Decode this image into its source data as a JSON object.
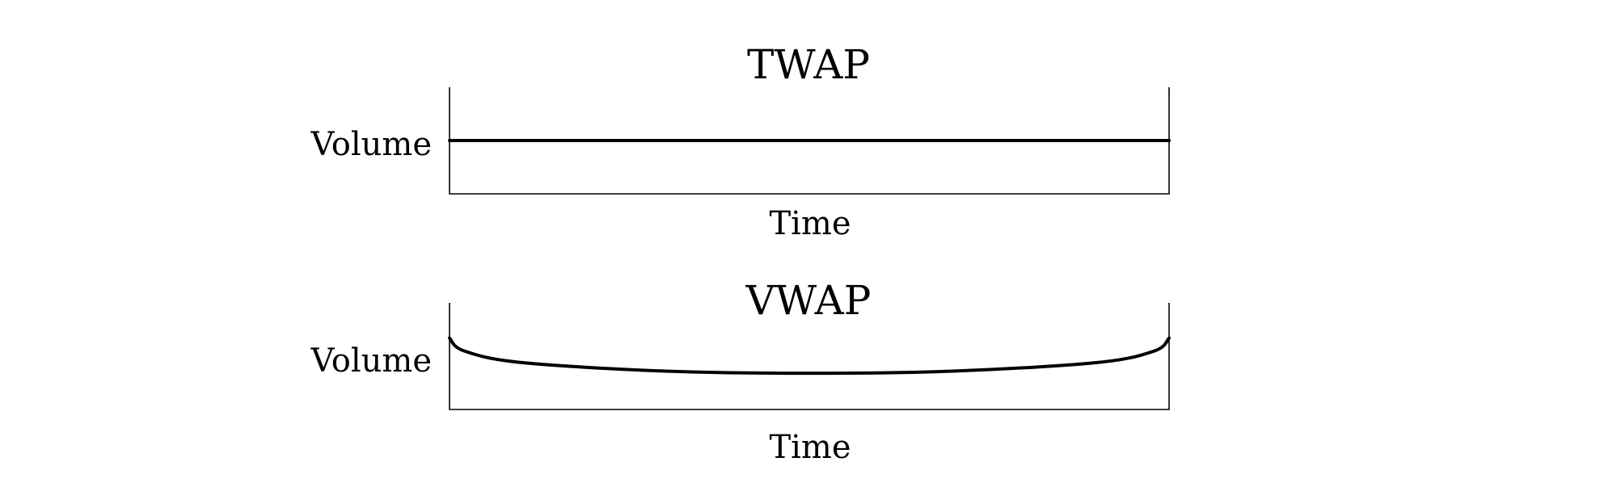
{
  "colors": {
    "background": "#ffffff",
    "ink": "#000000"
  },
  "chart_data": [
    {
      "type": "line",
      "title": "TWAP",
      "xlabel": "Time",
      "ylabel": "Volume",
      "xlim": [
        0,
        1
      ],
      "ylim": [
        0,
        1
      ],
      "grid": false,
      "legend": "none",
      "series": [
        {
          "x": [
            0,
            0.25,
            0.5,
            0.75,
            1
          ],
          "values": [
            0.5,
            0.5,
            0.5,
            0.5,
            0.5
          ]
        }
      ]
    },
    {
      "type": "line",
      "title": "VWAP",
      "xlabel": "Time",
      "ylabel": "Volume",
      "xlim": [
        0,
        1
      ],
      "ylim": [
        0,
        1
      ],
      "grid": false,
      "legend": "none",
      "series": [
        {
          "x": [
            0,
            0.02,
            0.1,
            0.3,
            0.5,
            0.7,
            0.9,
            0.98,
            1
          ],
          "values": [
            0.67,
            0.55,
            0.44,
            0.36,
            0.34,
            0.36,
            0.44,
            0.55,
            0.67
          ]
        }
      ]
    }
  ]
}
